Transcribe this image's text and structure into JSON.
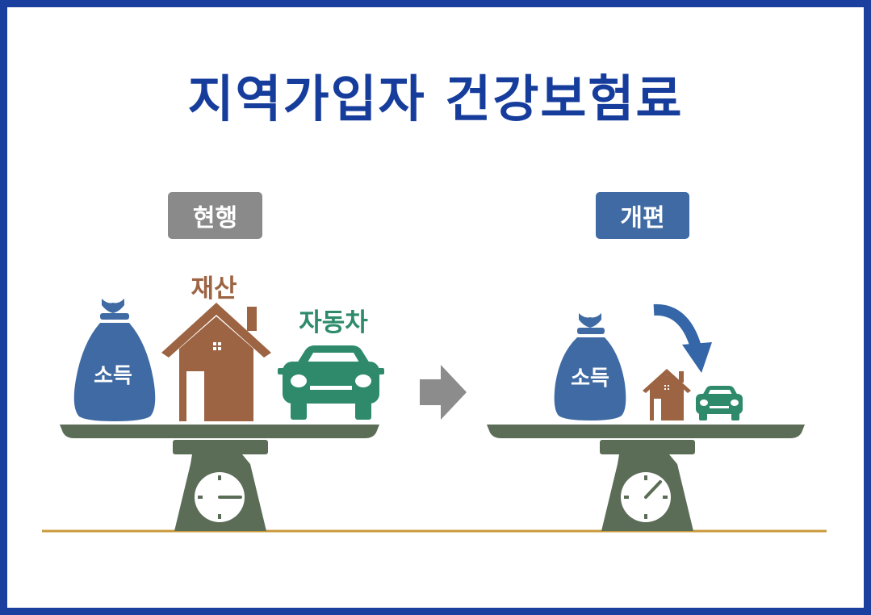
{
  "title": "지역가입자 건강보험료",
  "current": {
    "badge": "현행",
    "income_label": "소득",
    "property_label": "재산",
    "car_label": "자동차"
  },
  "reform": {
    "badge": "개편",
    "income_label": "소득"
  },
  "colors": {
    "title": "#163d9c",
    "frame": "#1a3f9e",
    "income_bag": "#3f6aa3",
    "house": "#9c6443",
    "car": "#2e8a6b",
    "scale": "#5b6d57",
    "arrow_gray": "#8c8c8c",
    "arrow_blue": "#3566a8",
    "ground_line": "#c99a3c"
  },
  "icons": [
    "money-bag-icon",
    "house-icon",
    "car-icon",
    "scale-icon",
    "right-arrow-icon",
    "curved-arrow-icon"
  ]
}
